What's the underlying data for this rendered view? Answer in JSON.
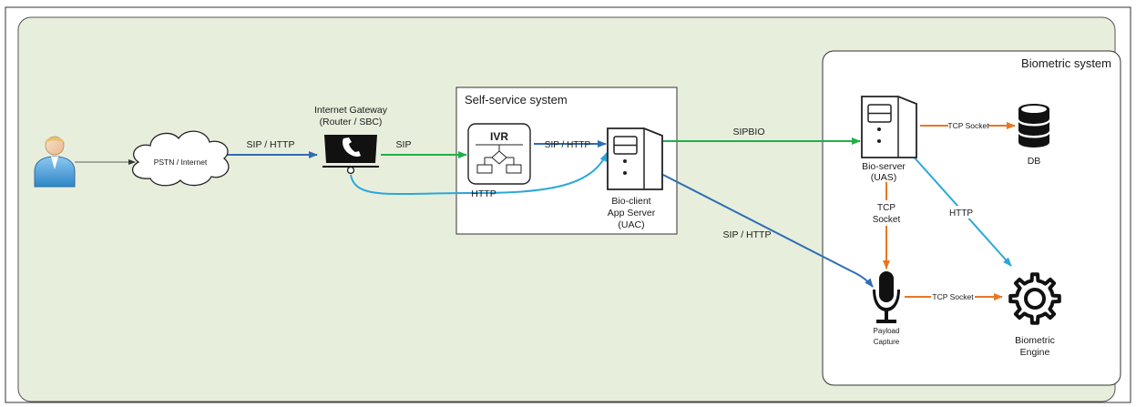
{
  "sections": {
    "self_service_title": "Self-service system",
    "biometric_title": "Biometric system"
  },
  "nodes": {
    "cloud": "PSTN / Internet",
    "gateway_line1": "Internet Gateway",
    "gateway_line2": "(Router / SBC)",
    "ivr": "IVR",
    "bio_client_line1": "Bio-client",
    "bio_client_line2": "App Server",
    "bio_client_line3": "(UAC)",
    "bio_server_line1": "Bio-server",
    "bio_server_line2": "(UAS)",
    "db": "DB",
    "payload_line1": "Payload",
    "payload_line2": "Capture",
    "engine_line1": "Biometric",
    "engine_line2": "Engine"
  },
  "edge_labels": {
    "cloud_to_gateway": "SIP / HTTP",
    "gateway_to_ivr": "SIP",
    "ivr_to_client": "SIP / HTTP",
    "gateway_to_client": "HTTP",
    "client_to_server": "SIPBIO",
    "client_to_payload": "SIP / HTTP",
    "server_to_db": "TCP Socket",
    "server_to_payload_line1": "TCP",
    "server_to_payload_line2": "Socket",
    "server_to_engine": "HTTP",
    "payload_to_engine": "TCP Socket"
  },
  "colors": {
    "outer_bg": "#e8eedc",
    "blue_link": "#2e6db4",
    "light_blue_link": "#2aa7dc",
    "green_link": "#20b04b",
    "orange_link": "#e87722"
  }
}
